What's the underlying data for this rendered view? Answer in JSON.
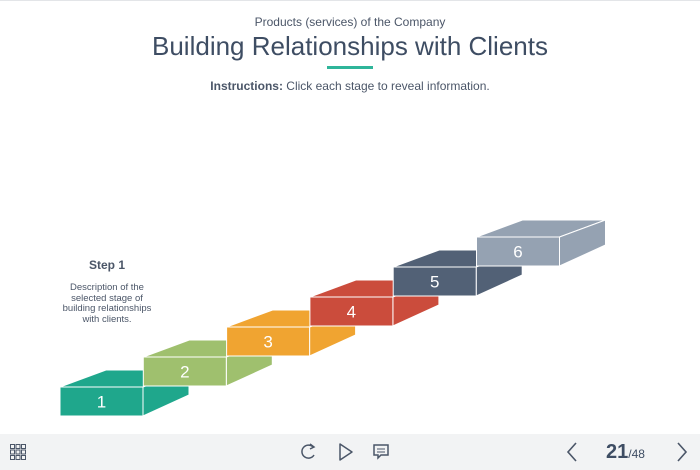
{
  "header": {
    "subtitle": "Products (services) of the Company",
    "title": "Building Relationships with Clients",
    "instructions_label": "Instructions:",
    "instructions_text": " Click each stage to reveal information."
  },
  "info": {
    "title": "Step 1",
    "description": "Description of the selected stage of building relationships with clients."
  },
  "steps": [
    {
      "label": "1",
      "color": "#1fa78c"
    },
    {
      "label": "2",
      "color": "#9fc06e"
    },
    {
      "label": "3",
      "color": "#f0a431"
    },
    {
      "label": "4",
      "color": "#cb4c3c"
    },
    {
      "label": "5",
      "color": "#526176"
    },
    {
      "label": "6",
      "color": "#95a2b2"
    }
  ],
  "footer": {
    "current_page": "21",
    "total_pages": "/48",
    "icons": [
      "menu-grid-icon",
      "replay-icon",
      "play-icon",
      "comment-icon",
      "prev-icon",
      "next-icon"
    ]
  }
}
